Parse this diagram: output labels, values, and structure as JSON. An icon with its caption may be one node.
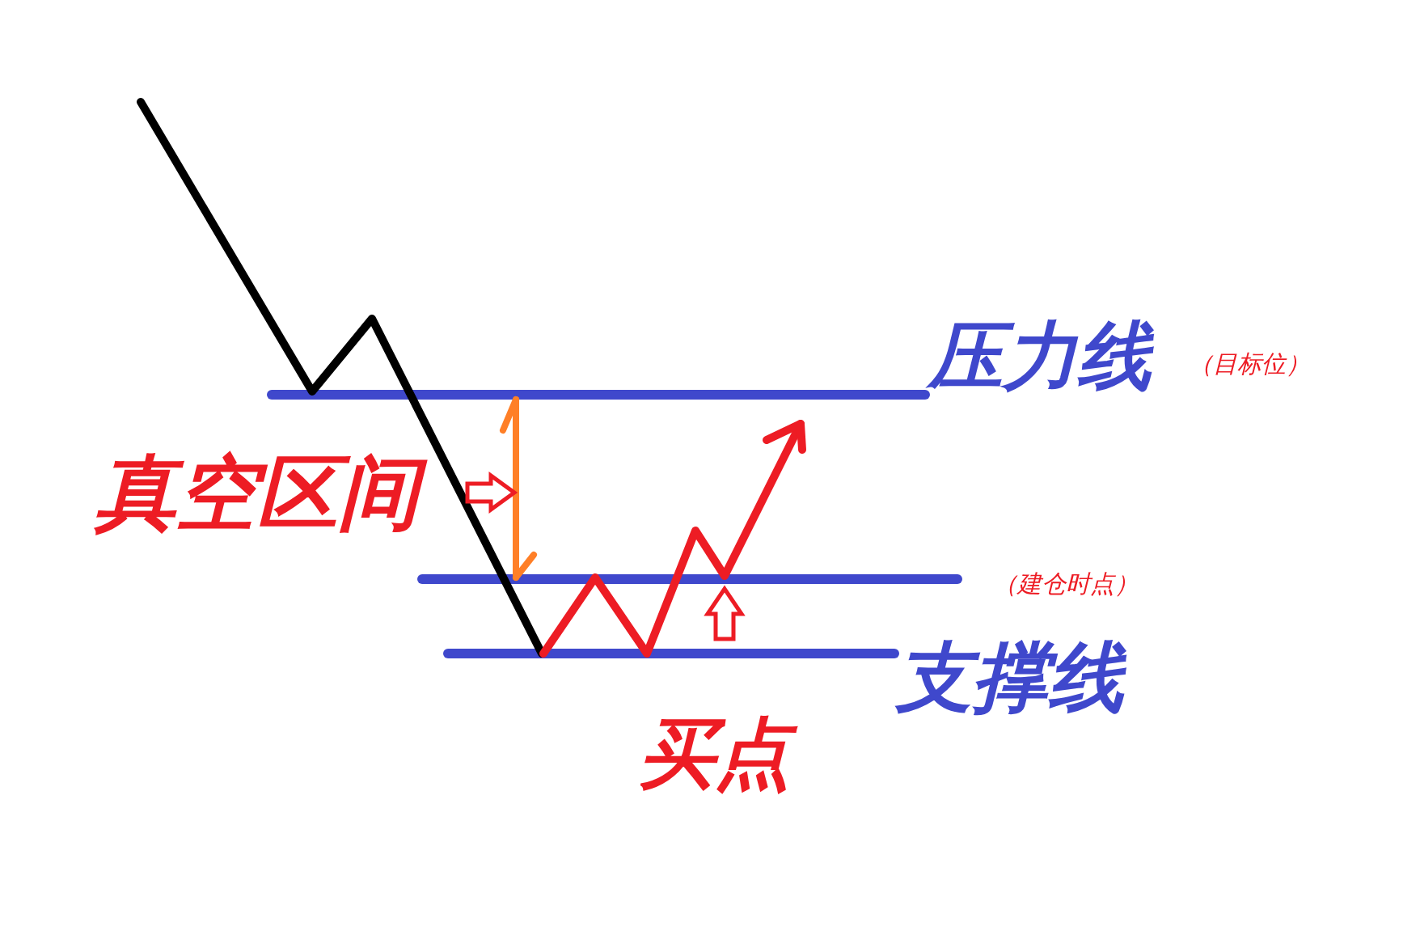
{
  "diagram": {
    "labels": [
      "压力线",
      "（目标位）",
      "真空区间",
      "（建仓时点）",
      "支撑线",
      "买点"
    ]
  }
}
